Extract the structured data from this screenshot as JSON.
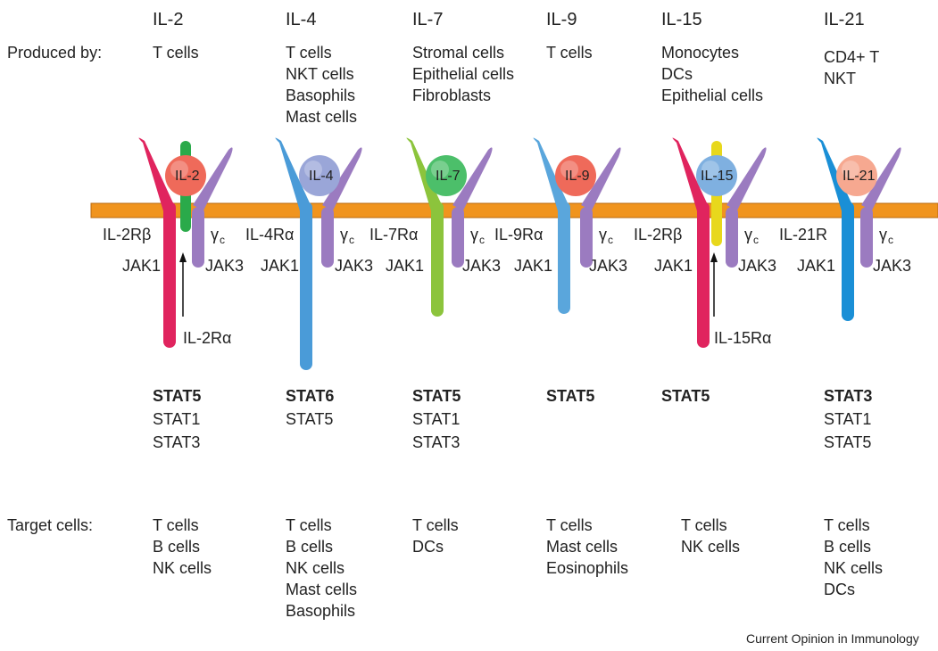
{
  "row_labels": {
    "produced_by": "Produced by:",
    "target_cells": "Target cells:"
  },
  "cytokines": [
    {
      "name": "IL-2",
      "produced_by": [
        "T cells"
      ],
      "chain_label": "IL-2Rβ",
      "gamma": "γ",
      "gamma_sub": "c",
      "jak_a": "JAK1",
      "jak_b": "JAK3",
      "extra": "IL-2Rα",
      "stats": [
        "STAT5",
        "STAT1",
        "STAT3"
      ],
      "targets": [
        "T cells",
        "B cells",
        "NK cells"
      ],
      "colors": {
        "chain": "#e0245e",
        "gamma": "#9b7bc0",
        "ligand": "#ef6a5a",
        "extra": "#2aaa4a"
      }
    },
    {
      "name": "IL-4",
      "produced_by": [
        "T cells",
        "NKT cells",
        "Basophils",
        "Mast cells"
      ],
      "chain_label": "IL-4Rα",
      "gamma": "γ",
      "gamma_sub": "c",
      "jak_a": "JAK1",
      "jak_b": "JAK3",
      "stats": [
        "STAT6",
        "STAT5"
      ],
      "targets": [
        "T cells",
        "B cells",
        "NK cells",
        "Mast cells",
        "Basophils"
      ],
      "colors": {
        "chain": "#4a9bd8",
        "gamma": "#9b7bc0",
        "ligand": "#9aa6d8"
      }
    },
    {
      "name": "IL-7",
      "produced_by": [
        "Stromal cells",
        "Epithelial cells",
        "Fibroblasts"
      ],
      "chain_label": "IL-7Rα",
      "gamma": "γ",
      "gamma_sub": "c",
      "jak_a": "JAK1",
      "jak_b": "JAK3",
      "stats": [
        "STAT5",
        "STAT1",
        "STAT3"
      ],
      "targets": [
        "T cells",
        "DCs"
      ],
      "colors": {
        "chain": "#8cc43c",
        "gamma": "#9b7bc0",
        "ligand": "#4cbf6a"
      }
    },
    {
      "name": "IL-9",
      "produced_by": [
        "T cells"
      ],
      "chain_label": "IL-9Rα",
      "gamma": "γ",
      "gamma_sub": "c",
      "jak_a": "JAK1",
      "jak_b": "JAK3",
      "stats": [
        "STAT5"
      ],
      "targets": [
        "T cells",
        "Mast cells",
        "Eosinophils"
      ],
      "colors": {
        "chain": "#5aa6dc",
        "gamma": "#9b7bc0",
        "ligand": "#ef6a5a"
      }
    },
    {
      "name": "IL-15",
      "produced_by": [
        "Monocytes",
        "DCs",
        "Epithelial cells"
      ],
      "chain_label": "IL-2Rβ",
      "gamma": "γ",
      "gamma_sub": "c",
      "jak_a": "JAK1",
      "jak_b": "JAK3",
      "extra": "IL-15Rα",
      "stats": [
        "STAT5"
      ],
      "targets": [
        "T cells",
        "NK cells"
      ],
      "colors": {
        "chain": "#e0245e",
        "gamma": "#9b7bc0",
        "ligand": "#7fb0e0",
        "extra": "#e8d81c"
      }
    },
    {
      "name": "IL-21",
      "produced_by": [
        "CD4+ T",
        "NKT"
      ],
      "chain_label": "IL-21R",
      "gamma": "γ",
      "gamma_sub": "c",
      "jak_a": "JAK1",
      "jak_b": "JAK3",
      "stats": [
        "STAT3",
        "STAT1",
        "STAT5"
      ],
      "targets": [
        "T cells",
        "B cells",
        "NK cells",
        "DCs"
      ],
      "colors": {
        "chain": "#1a8fd6",
        "gamma": "#9b7bc0",
        "ligand": "#f6a890"
      }
    }
  ],
  "membrane_color": "#f0941e",
  "credit": "Current Opinion in Immunology"
}
